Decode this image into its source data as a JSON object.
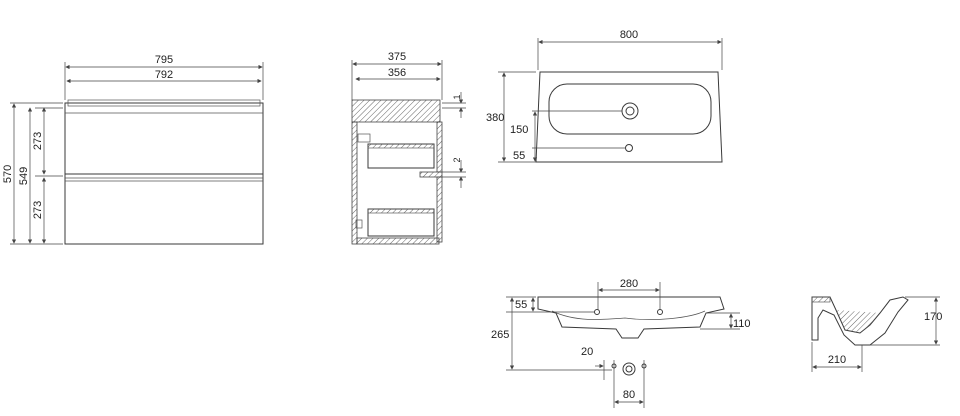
{
  "views": {
    "front": {
      "width_outer": "795",
      "width_inner": "792",
      "height_total": "570",
      "height_body": "549",
      "drawer_top": "273",
      "drawer_bottom": "273"
    },
    "side": {
      "depth_outer": "375",
      "depth_inner": "356",
      "gap_top": "1",
      "gap_mid": "2"
    },
    "basin_top": {
      "width": "800",
      "depth": "380",
      "hole_offset": "150",
      "drain_offset": "55"
    },
    "basin_front": {
      "spacing": "280",
      "top_offset": "55",
      "height": "265",
      "lip": "110",
      "pipe": "20",
      "pipe_spacing": "80"
    },
    "basin_side": {
      "height": "170",
      "depth": "210"
    }
  }
}
